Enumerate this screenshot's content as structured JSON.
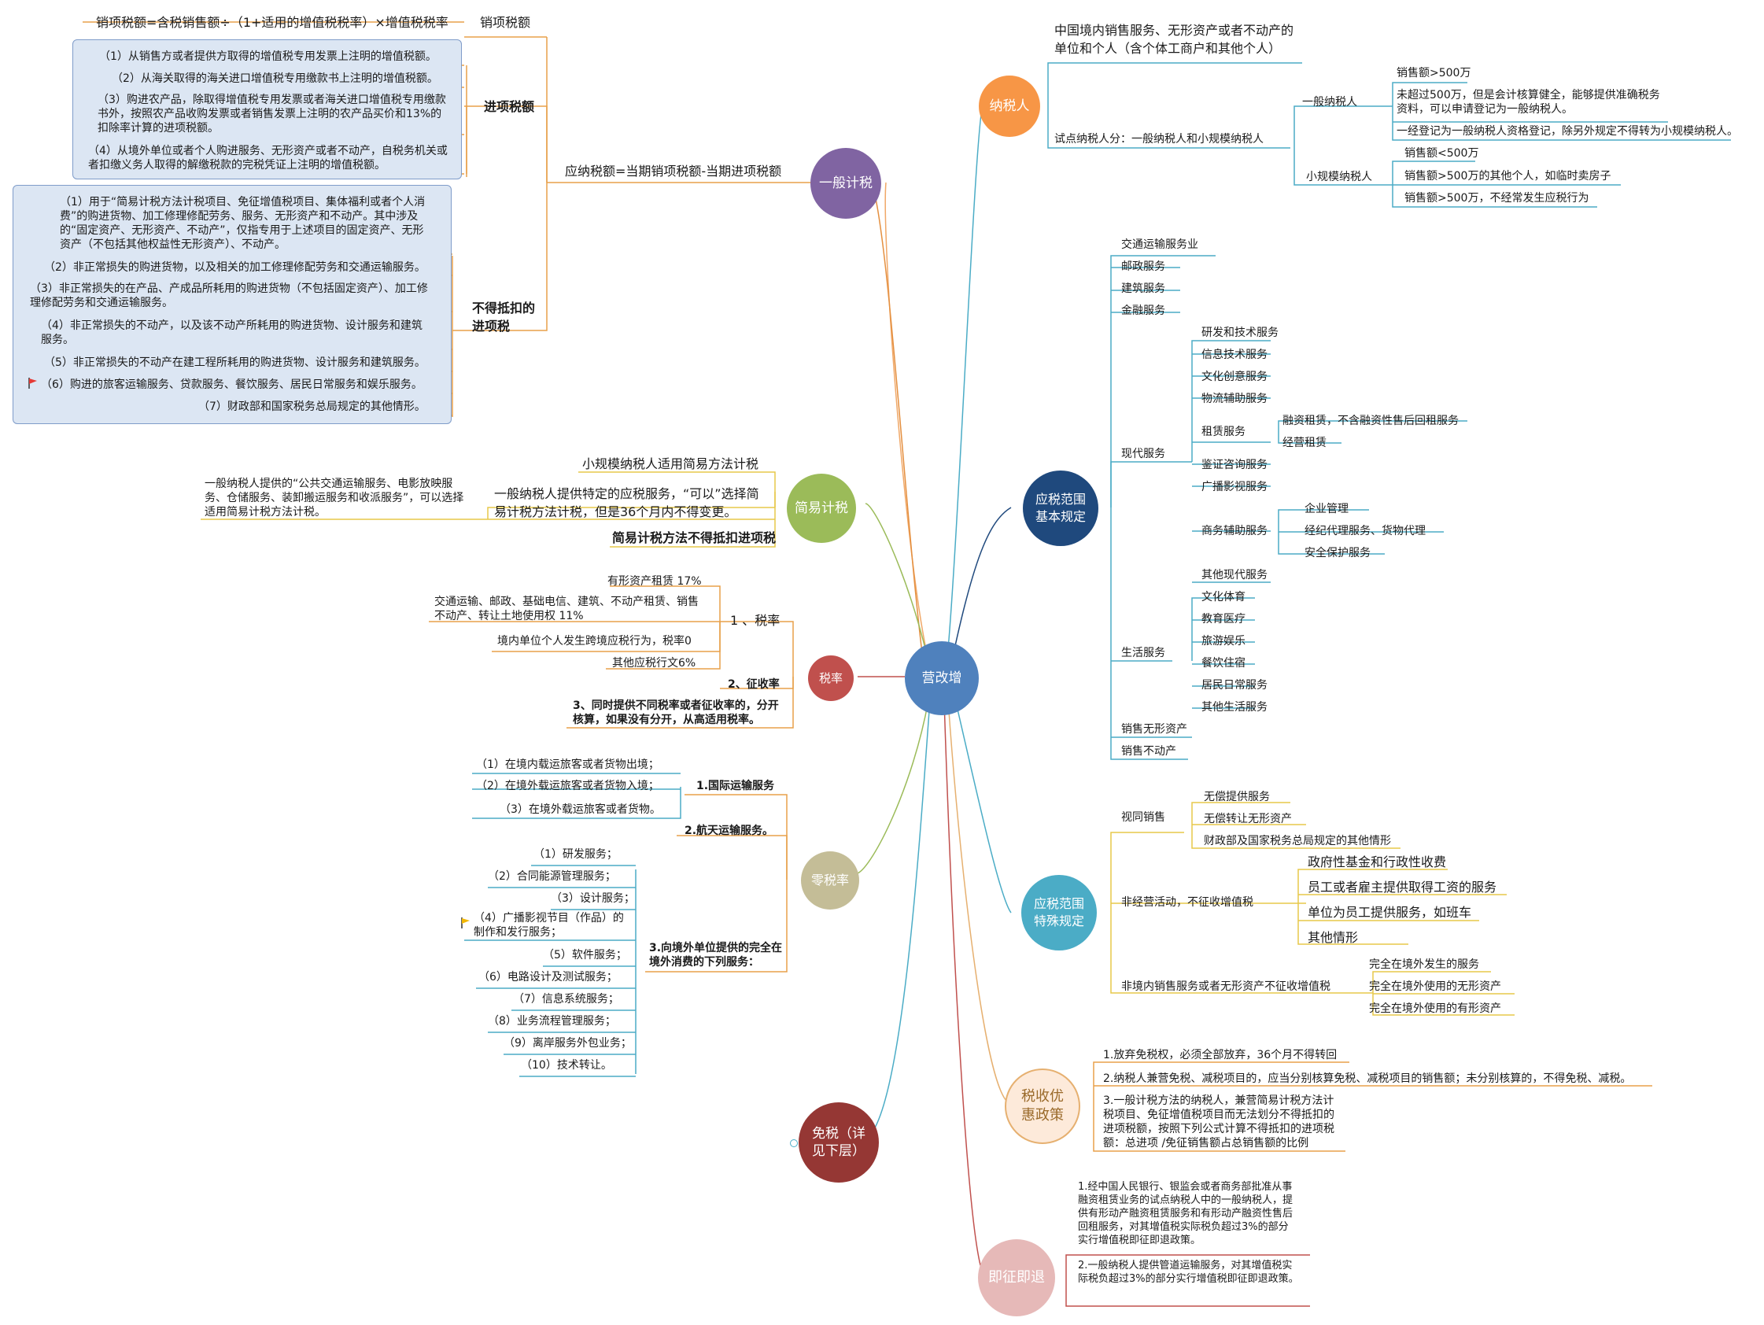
{
  "center": "营改增",
  "colors": {
    "center": "#4f81bd",
    "general": "#8064a2",
    "simple": "#9bbb59",
    "rate": "#c0504d",
    "zero": "#c4bd97",
    "exempt": "#953734",
    "taxpayer": "#f79646",
    "scope": "#1f497d",
    "special": "#4bacc6",
    "preferential": "#fdeada",
    "refund": "#e6b9b8"
  },
  "left": {
    "general": {
      "label": "一般计税",
      "formula": "应纳税额=当期销项税额-当期进项税额",
      "output_formula": "销项税额=含税销售额÷（1+适用的增值税税率）×增值税税率",
      "output_label": "销项税额",
      "input_label": "进项税额",
      "input_items": [
        "（1）从销售方或者提供方取得的增值税专用发票上注明的增值税额。",
        "（2）从海关取得的海关进口增值税专用缴款书上注明的增值税额。",
        "（3）购进农产品，除取得增值税专用发票或者海关进口增值税专用缴款书外，按照农产品收购发票或者销售发票上注明的农产品买价和13%的扣除率计算的进项税额。",
        "（4）从境外单位或者个人购进服务、无形资产或者不动产，自税务机关或者扣缴义务人取得的解缴税款的完税凭证上注明的增值税额。"
      ],
      "nondeduct_label": "不得抵扣的进项税",
      "nondeduct_items": [
        "（1）用于“简易计税方法计税项目、免征增值税项目、集体福利或者个人消费”的购进货物、加工修理修配劳务、服务、无形资产和不动产。其中涉及的“固定资产、无形资产、不动产”，仅指专用于上述项目的固定资产、无形资产（不包括其他权益性无形资产）、不动产。",
        "（2）非正常损失的购进货物，以及相关的加工修理修配劳务和交通运输服务。",
        "（3）非正常损失的在产品、产成品所耗用的购进货物（不包括固定资产）、加工修理修配劳务和交通运输服务。",
        "（4）非正常损失的不动产，以及该不动产所耗用的购进货物、设计服务和建筑服务。",
        "（5）非正常损失的不动产在建工程所耗用的购进货物、设计服务和建筑服务。",
        "（6）购进的旅客运输服务、贷款服务、餐饮服务、居民日常服务和娱乐服务。",
        "（7）财政部和国家税务总局规定的其他情形。"
      ]
    },
    "simple": {
      "label": "简易计税",
      "item1": "小规模纳税人适用简易方法计税",
      "item2": "一般纳税人提供特定的应税服务，“可以”选择简易计税方法计税，但是36个月内不得变更。",
      "item2_note": "一般纳税人提供的“公共交通运输服务、电影放映服务、仓储服务、装卸搬运服务和收派服务”，可以选择适用简易计税方法计税。",
      "item3": "简易计税方法不得抵扣进项税"
    },
    "rate": {
      "label": "税率",
      "rate_label": "1 、税率",
      "rates": [
        "有形资产租赁 17%",
        "交通运输、邮政、基础电信、建筑、不动产租赁、销售不动产、转让土地使用权 11%",
        "境内单位个人发生跨境应税行为，税率0",
        "其他应税行文6%"
      ],
      "levy_label": "2、征收率",
      "mixed": "3、同时提供不同税率或者征收率的，分开核算，如果没有分开，从高适用税率。"
    },
    "zero": {
      "label": "零税率",
      "intl_label": "1.国际运输服务",
      "intl_items": [
        "（1）在境内载运旅客或者货物出境；",
        "（2）在境外载运旅客或者货物入境；",
        "（3）在境外载运旅客或者货物。"
      ],
      "space_label": "2.航天运输服务。",
      "offshore_label": "3.向境外单位提供的完全在境外消费的下列服务：",
      "offshore_items": [
        "（1）研发服务；",
        "（2）合同能源管理服务；",
        "（3）设计服务；",
        "（4）广播影视节目（作品）的制作和发行服务；",
        "（5）软件服务；",
        "（6）电路设计及测试服务；",
        "（7）信息系统服务；",
        "（8）业务流程管理服务；",
        "（9）离岸服务外包业务；",
        "（10）技术转让。"
      ]
    },
    "exempt": {
      "label": "免税（详见下层）"
    }
  },
  "right": {
    "taxpayer": {
      "label": "纳税人",
      "definition": "中国境内销售服务、无形资产或者不动产的单位和个人（含个体工商户和其他个人）",
      "split_label": "试点纳税人分：一般纳税人和小规模纳税人",
      "general_label": "一般纳税人",
      "general_items": [
        "销售额>500万",
        "未超过500万，但是会计核算健全，能够提供准确税务资料，可以申请登记为一般纳税人。",
        "一经登记为一般纳税人资格登记，除另外规定不得转为小规模纳税人。"
      ],
      "small_label": "小规模纳税人",
      "small_items": [
        "销售额<500万",
        "销售额>500万的其他个人，如临时卖房子",
        "销售额>500万，不经常发生应税行为"
      ]
    },
    "scope": {
      "label": "应税范围基本规定",
      "top_items": [
        "交通运输服务业",
        "邮政服务",
        "建筑服务",
        "金融服务"
      ],
      "modern_label": "现代服务",
      "modern_items": [
        "研发和技术服务",
        "信息技术服务",
        "文化创意服务",
        "物流辅助服务",
        "租赁服务",
        "鉴证咨询服务",
        "广播影视服务",
        "商务辅助服务",
        "其他现代服务"
      ],
      "lease_items": [
        "融资租赁，不含融资性售后回租服务",
        "经营租赁"
      ],
      "business_items": [
        "企业管理",
        "经纪代理服务、货物代理",
        "安全保护服务"
      ],
      "life_label": "生活服务",
      "life_items": [
        "文化体育",
        "教育医疗",
        "旅游娱乐",
        "餐饮住宿",
        "居民日常服务",
        "其他生活服务"
      ],
      "intangible": "销售无形资产",
      "realestate": "销售不动产"
    },
    "special": {
      "label": "应税范围特殊规定",
      "deemed_label": "视同销售",
      "deemed_items": [
        "无偿提供服务",
        "无偿转让无形资产",
        "财政部及国家税务总局规定的其他情形"
      ],
      "nonbiz_label": "非经营活动，不征收增值税",
      "nonbiz_items": [
        "政府性基金和行政性收费",
        "员工或者雇主提供取得工资的服务",
        "单位为员工提供服务，如班车",
        "其他情形"
      ],
      "overseas_label": "非境内销售服务或者无形资产不征收增值税",
      "overseas_items": [
        "完全在境外发生的服务",
        "完全在境外使用的无形资产",
        "完全在境外使用的有形资产"
      ]
    },
    "preferential": {
      "label": "税收优惠政策",
      "items": [
        "1.放弃免税权，必须全部放弃，36个月不得转回",
        "2.纳税人兼营免税、减税项目的，应当分别核算免税、减税项目的销售额；未分别核算的，不得免税、减税。",
        "3.一般计税方法的纳税人，兼营简易计税方法计税项目、免征增值税项目而无法划分不得抵扣的进项税额，按照下列公式计算不得抵扣的进项税额：总进项 /免征销售额占总销售额的比例"
      ]
    },
    "refund": {
      "label": "即征即退",
      "items": [
        "1.经中国人民银行、银监会或者商务部批准从事融资租赁业务的试点纳税人中的一般纳税人，提供有形动产融资租赁服务和有形动产融资性售后回租服务，对其增值税实际税负超过3%的部分实行增值税即征即退政策。",
        "2.一般纳税人提供管道运输服务，对其增值税实际税负超过3%的部分实行增值税即征即退政策。"
      ]
    }
  }
}
